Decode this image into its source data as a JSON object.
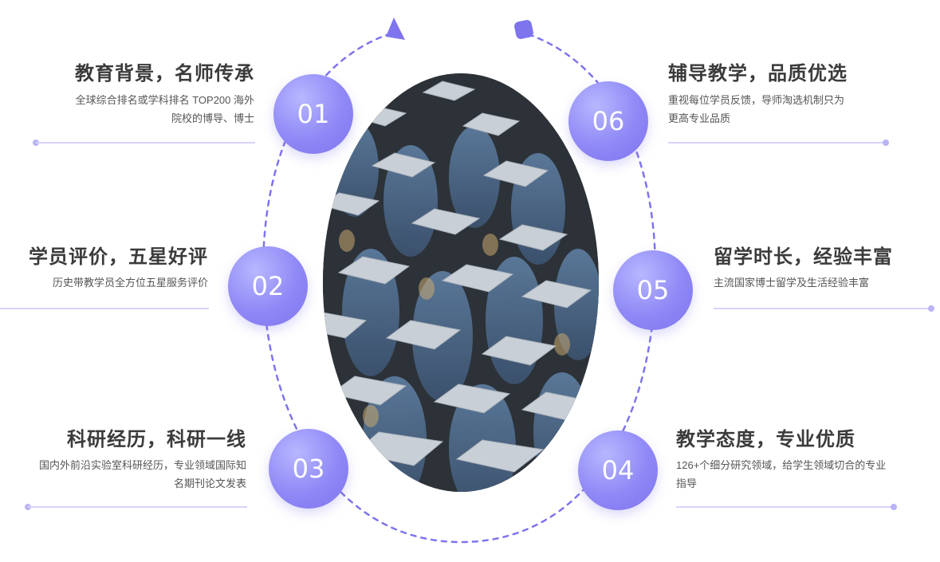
{
  "items": [
    {
      "number": "01",
      "title": "教育背景，名师传承",
      "desc_line1": "全球综合排名或学科排名 TOP200 海外",
      "desc_line2": "院校的博导、博士"
    },
    {
      "number": "02",
      "title": "学员评价，五星好评",
      "desc_line1": "历史带教学员全方位五星服务评价",
      "desc_line2": ""
    },
    {
      "number": "03",
      "title": "科研经历，科研一线",
      "desc_line1": "国内外前沿实验室科研经历，专业领域国际知",
      "desc_line2": "名期刊论文发表"
    },
    {
      "number": "04",
      "title": "教学态度，专业优质",
      "desc_line1": "126+个细分研究领域，给学生领域切合的专业",
      "desc_line2": "指导"
    },
    {
      "number": "05",
      "title": "留学时长，经验丰富",
      "desc_line1": "主流国家博士留学及生活经验丰富",
      "desc_line2": ""
    },
    {
      "number": "06",
      "title": "辅导教学，品质优选",
      "desc_line1": "重视每位学员反馈，导师淘选机制只为",
      "desc_line2": "更高专业品质"
    }
  ],
  "colors": {
    "accent": "#7e74ee",
    "accent_light": "#b7b7ff",
    "line": "#d6d3fb",
    "title": "#3b3b3b",
    "text": "#555555"
  },
  "icons": {
    "top_left": "triangle-icon",
    "top_right": "rounded-square-icon"
  }
}
